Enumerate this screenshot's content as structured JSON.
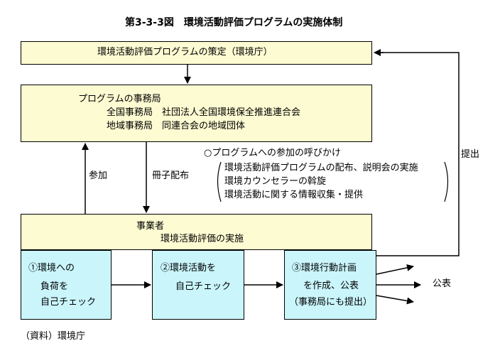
{
  "title": "第3-3-3図　環境活動評価プログラムの実施体制",
  "box_top": "環境活動評価プログラムの策定（環境庁）",
  "secretariat": {
    "heading": "プログラムの事務局",
    "line1": "全国事務局　社団法人全国環境保全推進連合会",
    "line2": "地域事務局　同連合会の地域団体"
  },
  "edge_labels": {
    "participation": "参加",
    "booklet": "冊子配布",
    "submission": "提出",
    "publish": "公表"
  },
  "call": {
    "heading": "○プログラムへの参加の呼びかけ",
    "items": [
      "環境活動評価プログラムの配布、説明会の実施",
      "環境カウンセラーの斡旋",
      "環境活動に関する情報収集・提供"
    ]
  },
  "business": {
    "heading": "事業者",
    "subheading": "環境活動評価の実施"
  },
  "steps": [
    {
      "lines": [
        "①環境への",
        "負荷を",
        "自己チェック"
      ]
    },
    {
      "lines": [
        "②環境活動を",
        "自己チェック"
      ]
    },
    {
      "lines": [
        "③環境行動計画",
        "を作成、公表",
        "（事務局にも提出）"
      ]
    }
  ],
  "source": "（資料）環境庁"
}
